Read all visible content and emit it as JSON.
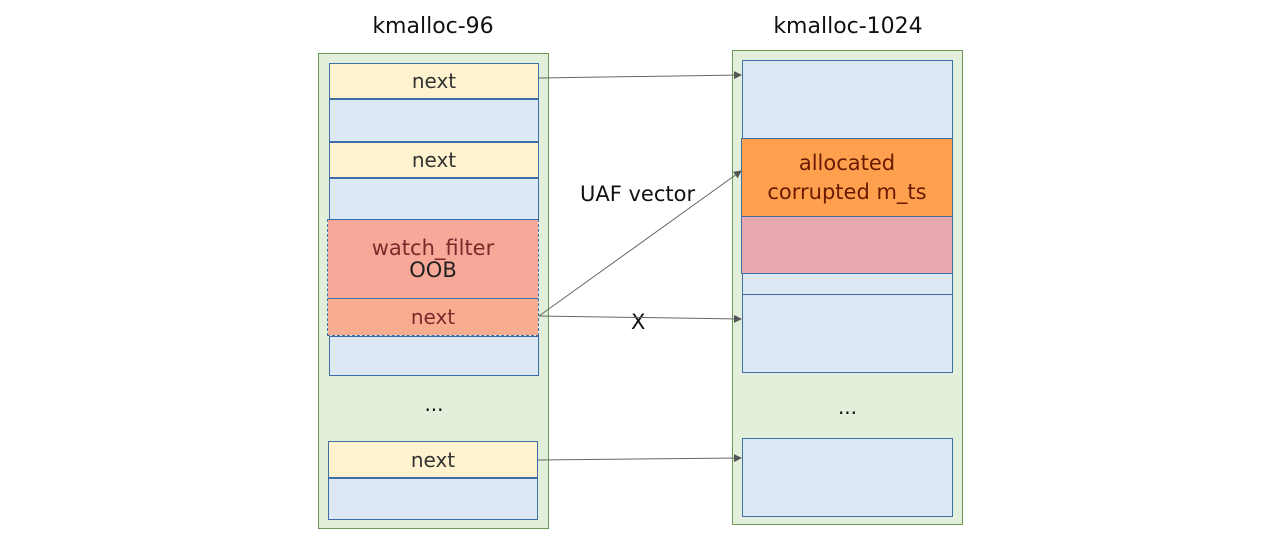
{
  "left_cache": {
    "title": "kmalloc-96",
    "next_label": "next",
    "ellipsis": "...",
    "overlay": {
      "line1": "watch_filter",
      "line2": "OOB",
      "next_label": "next"
    }
  },
  "right_cache": {
    "title": "kmalloc-1024",
    "allocated": {
      "line1": "allocated",
      "line2": "corrupted m_ts"
    },
    "ellipsis": "..."
  },
  "labels": {
    "uaf": "UAF vector",
    "x": "X"
  },
  "colors": {
    "cache_bg": "#e2efda",
    "slot_bg": "#dde8f5",
    "next_bg": "#fef2cf",
    "overlay_bg": "#f8a898",
    "overlay_next_bg": "#f9ad90",
    "allocated_bg": "#fea04e",
    "corrupted_bg": "#e8a8b0"
  }
}
